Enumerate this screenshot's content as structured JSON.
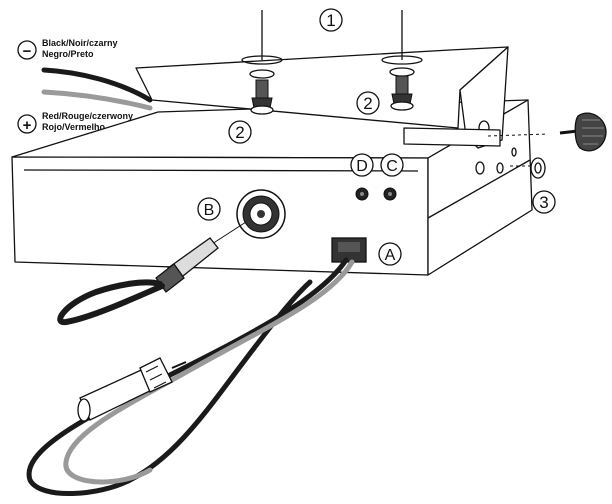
{
  "wire_labels": {
    "negative": {
      "symbol": "−",
      "line1": "Black/Noir/czarny",
      "line2": "Negro/Preto"
    },
    "positive": {
      "symbol": "+",
      "line1": "Red/Rouge/czerwony",
      "line2": "Rojo/Vermelho"
    }
  },
  "callouts": {
    "bracket": "1",
    "bolt_upper": "2",
    "bolt_lower": "2",
    "washer": "3",
    "power_connector": "A",
    "antenna_connector": "B",
    "jack_c": "C",
    "jack_d": "D"
  },
  "colors": {
    "black_wire": "#1a1a1a",
    "red_wire": "#9a9a9a",
    "outline": "#111111"
  }
}
